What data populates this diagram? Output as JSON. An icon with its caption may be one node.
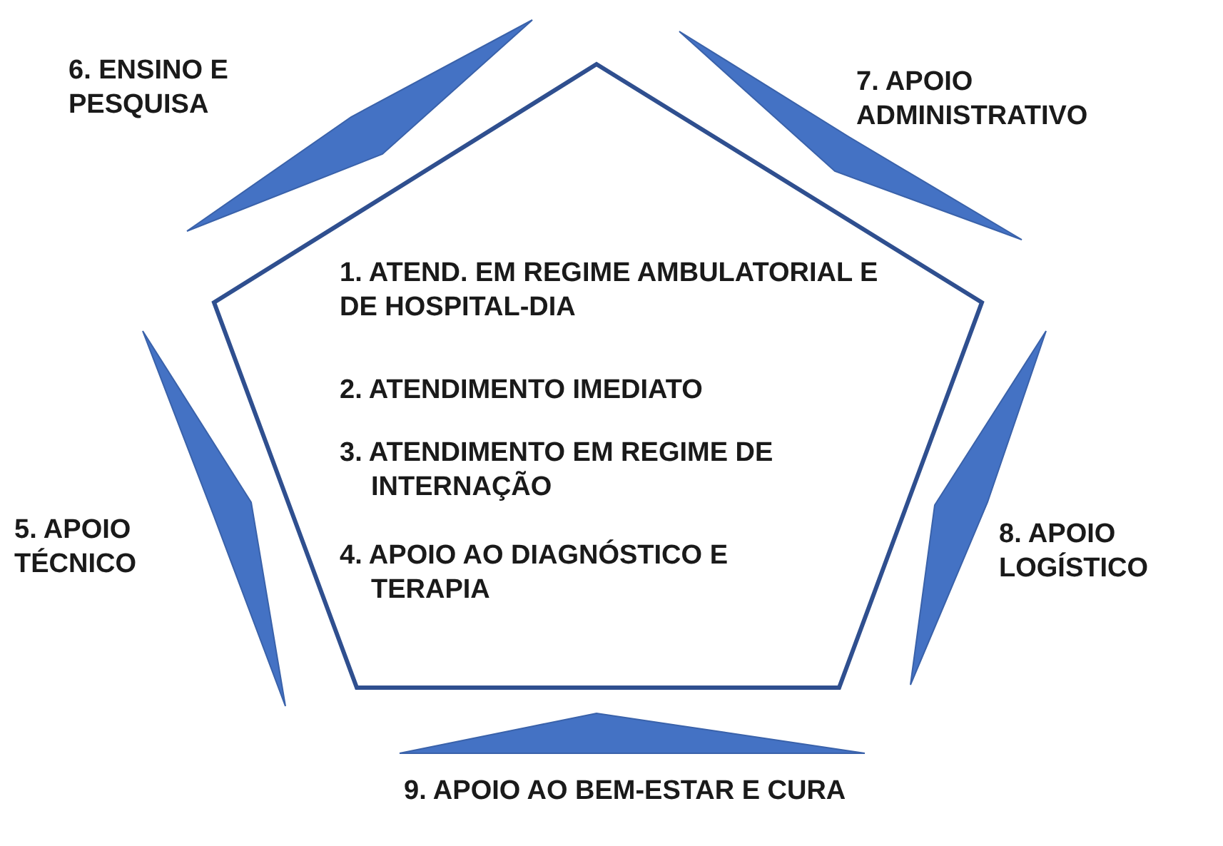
{
  "diagram": {
    "nodes": [
      {
        "text": [
          "1. ATEND. EM REGIME AMBULATORIAL E DE HOSPITAL-DIA",
          "2. ATENDIMENTO IMEDIATO",
          "3. ATENDIMENTO EM REGIME DE INTERNAÇÃO",
          "4. APOIO AO DIAGNÓSTICO E TERAPIA"
        ]
      },
      {
        "text": [
          "5. APOIO TÉCNICO"
        ]
      },
      {
        "text": [
          "6. ENSINO E PESQUISA"
        ]
      },
      {
        "text": [
          "7. APOIO ADMINISTRATIVO"
        ]
      },
      {
        "text": [
          "8. APOIO LOGÍSTICO"
        ]
      },
      {
        "text": [
          "9. APOIO AO BEM-ESTAR E CURA"
        ]
      }
    ],
    "edges": []
  }
}
